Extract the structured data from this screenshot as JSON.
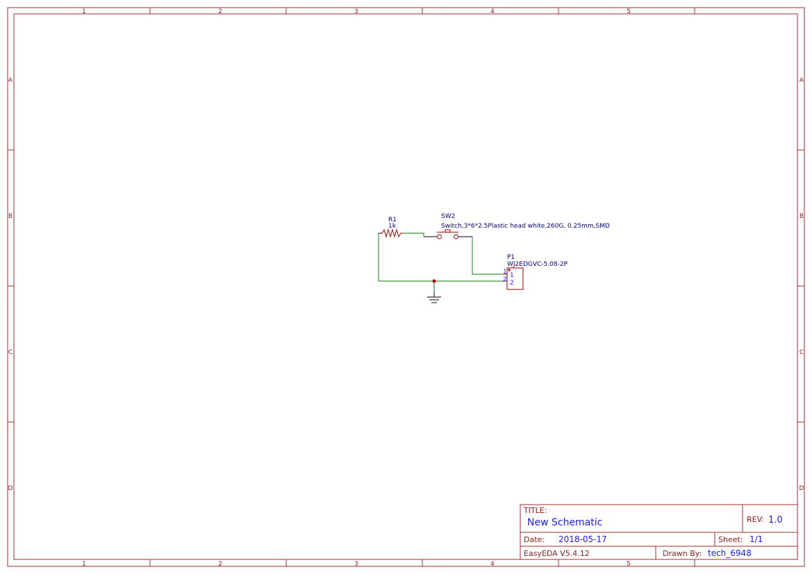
{
  "frame": {
    "columns": [
      "1",
      "2",
      "3",
      "4",
      "5"
    ],
    "rows": [
      "A",
      "B",
      "C",
      "D"
    ]
  },
  "components": {
    "r1": {
      "designator": "R1",
      "value": "1k"
    },
    "sw2": {
      "designator": "SW2",
      "value": "Switch,3*6*2.5Plastic head white,260G, 0.25mm,SMD"
    },
    "p1": {
      "designator": "P1",
      "value": "WJ2EDGVC-5.08-2P",
      "pins": [
        "1",
        "2"
      ],
      "pin_numbers": [
        "1",
        "2"
      ]
    }
  },
  "title_block": {
    "title_label": "TITLE:",
    "title": "New Schematic",
    "rev_label": "REV:",
    "rev": "1.0",
    "date_label": "Date:",
    "date": "2018-05-17",
    "sheet_label": "Sheet:",
    "sheet": "1/1",
    "software": "EasyEDA V5.4.12",
    "drawn_by_label": "Drawn By:",
    "drawn_by": "tech_6948"
  },
  "colors": {
    "frame": "#a52a2a",
    "wire": "#3a9a3a",
    "text": "#000080",
    "value": "#1a1aff"
  }
}
